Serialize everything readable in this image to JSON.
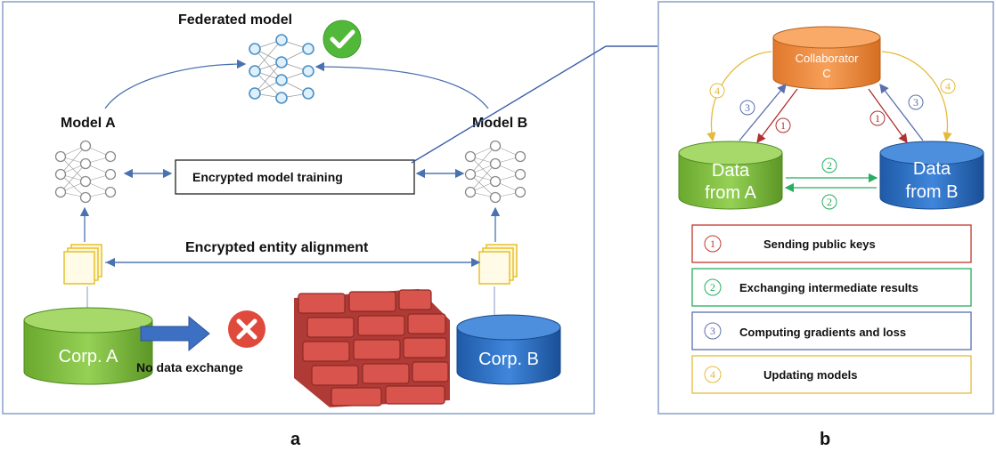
{
  "panel_a": {
    "federated_model_label": "Federated model",
    "model_a_label": "Model A",
    "model_b_label": "Model B",
    "training_box_label": "Encrypted model training",
    "alignment_label": "Encrypted entity alignment",
    "corp_a_label": "Corp. A",
    "corp_b_label": "Corp. B",
    "no_exchange_label": "No data exchange",
    "caption": "a"
  },
  "panel_b": {
    "collaborator_line1": "Collaborator",
    "collaborator_line2": "C",
    "data_a_line1": "Data",
    "data_a_line2": "from A",
    "data_b_line1": "Data",
    "data_b_line2": "from B",
    "step_numbers": [
      "1",
      "2",
      "3",
      "4"
    ],
    "legend": [
      {
        "num": "1",
        "label": "Sending public keys",
        "color": "#c0392b"
      },
      {
        "num": "2",
        "label": "Exchanging  intermediate results",
        "color": "#27ae60"
      },
      {
        "num": "3",
        "label": "Computing gradients and loss",
        "color": "#5b6fae"
      },
      {
        "num": "4",
        "label": "Updating models",
        "color": "#e6b93a"
      }
    ],
    "caption": "b"
  },
  "colors": {
    "green_db": "#7fbf3f",
    "blue_db": "#2e6fc4",
    "orange_db": "#f0883a",
    "frame": "#8aa0c8",
    "arrow": "#4a72b0"
  }
}
